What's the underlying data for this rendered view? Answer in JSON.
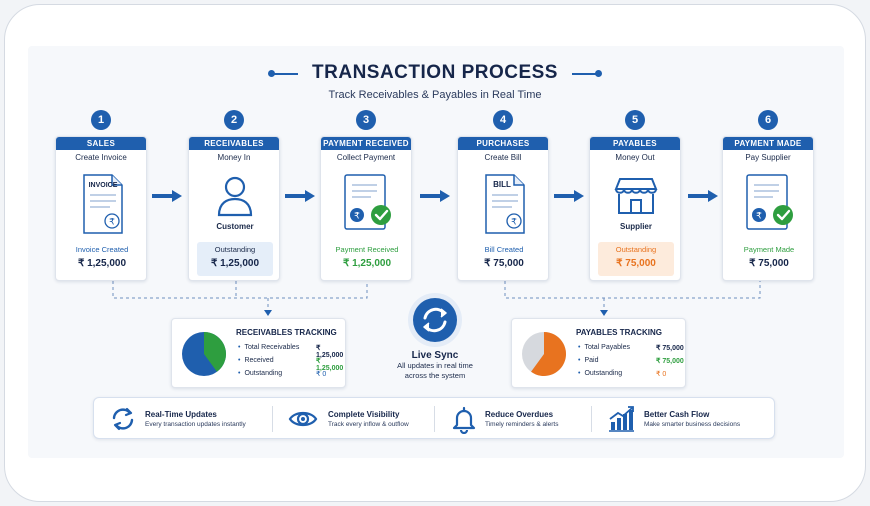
{
  "title": "TRANSACTION PROCESS",
  "subtitle": "Track Receivables & Payables in Real Time",
  "colors": {
    "primary": "#1f5fae",
    "green": "#2e9e3f",
    "orange": "#e8731f",
    "navy": "#16264a"
  },
  "steps": [
    {
      "num": "1",
      "header": "SALES",
      "sub": "Create Invoice",
      "icon": "invoice-document-icon",
      "icon_text": "INVOICE",
      "status": "Invoice Created",
      "amount": "₹ 1,25,000"
    },
    {
      "num": "2",
      "header": "RECEIVABLES",
      "sub": "Money In",
      "icon": "customer-user-icon",
      "icon_label": "Customer",
      "status": "Outstanding",
      "amount": "₹ 1,25,000"
    },
    {
      "num": "3",
      "header": "PAYMENT RECEIVED",
      "sub": "Collect Payment",
      "icon": "payment-check-document-icon",
      "status": "Payment Received",
      "amount": "₹ 1,25,000"
    },
    {
      "num": "4",
      "header": "PURCHASES",
      "sub": "Create Bill",
      "icon": "bill-document-icon",
      "icon_text": "BILL",
      "status": "Bill Created",
      "amount": "₹ 75,000"
    },
    {
      "num": "5",
      "header": "PAYABLES",
      "sub": "Money Out",
      "icon": "supplier-store-icon",
      "icon_label": "Supplier",
      "status": "Outstanding",
      "amount": "₹ 75,000"
    },
    {
      "num": "6",
      "header": "PAYMENT MADE",
      "sub": "Pay Supplier",
      "icon": "payment-made-check-document-icon",
      "status": "Payment Made",
      "amount": "₹ 75,000"
    }
  ],
  "receivables_tracking": {
    "title": "RECEIVABLES TRACKING",
    "share_received": 0.4,
    "rows": [
      {
        "label": "Total Receivables",
        "value": "₹ 1,25,000"
      },
      {
        "label": "Received",
        "value": "₹ 1,25,000"
      },
      {
        "label": "Outstanding",
        "value": "₹ 0"
      }
    ]
  },
  "payables_tracking": {
    "title": "PAYABLES TRACKING",
    "share_paid": 0.6,
    "rows": [
      {
        "label": "Total Payables",
        "value": "₹ 75,000"
      },
      {
        "label": "Paid",
        "value": "₹ 75,000"
      },
      {
        "label": "Outstanding",
        "value": "₹ 0"
      }
    ]
  },
  "live_sync": {
    "title": "Live Sync",
    "line1": "All updates in real time",
    "line2": "across the system",
    "icon": "sync-icon"
  },
  "benefits": [
    {
      "title": "Real-Time Updates",
      "desc": "Every transaction updates instantly",
      "icon": "refresh-icon"
    },
    {
      "title": "Complete Visibility",
      "desc": "Track every inflow & outflow",
      "icon": "eye-icon"
    },
    {
      "title": "Reduce Overdues",
      "desc": "Timely reminders & alerts",
      "icon": "bell-icon"
    },
    {
      "title": "Better Cash Flow",
      "desc": "Make smarter business decisions",
      "icon": "growth-chart-icon"
    }
  ],
  "rupee_symbol": "₹"
}
